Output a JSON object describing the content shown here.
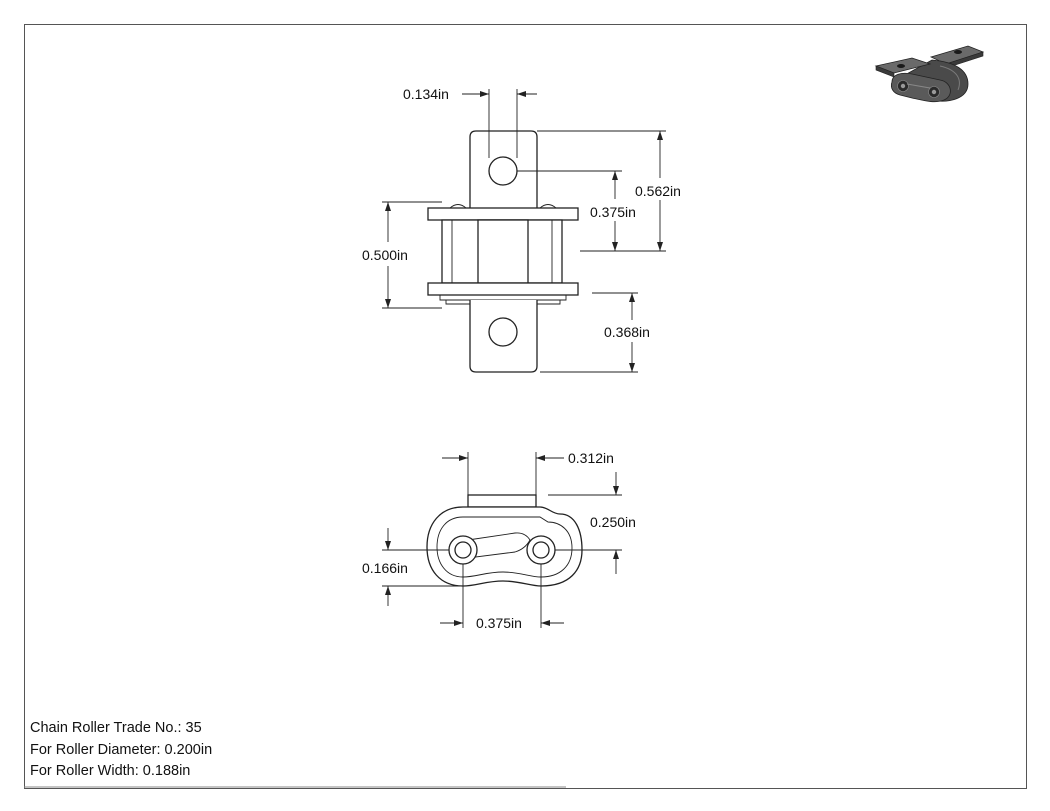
{
  "dimensions": {
    "plate_thickness": "0.134in",
    "link_height": "0.562in",
    "hole_to_base": "0.375in",
    "pin_length": "0.500in",
    "lower_tab": "0.368in",
    "tab_width": "0.312in",
    "tab_height": "0.250in",
    "hole_offset": "0.166in",
    "pitch": "0.375in"
  },
  "notes": {
    "trade_no": "Chain Roller Trade No.: 35",
    "roller_diameter": "For Roller Diameter: 0.200in",
    "roller_width": "For Roller Width: 0.188in"
  },
  "icons": {
    "thumbnail": "chain-link-isometric-icon"
  },
  "colors": {
    "line": "#222222",
    "thumbnail_body": "#4a4a4a",
    "background": "#ffffff"
  }
}
